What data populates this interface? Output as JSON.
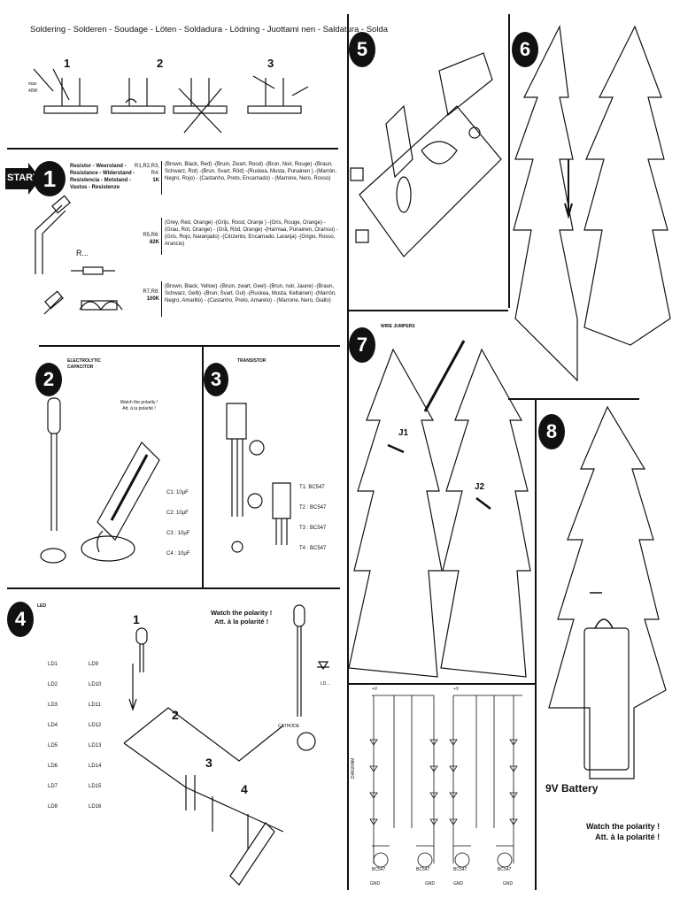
{
  "header": {
    "title": "Soldering - Solderen - Soudage - Löten - Soldadura - Lödning - Juottami nen - Saldatura - Solda"
  },
  "solder": {
    "steps": [
      "1",
      "2",
      "3"
    ],
    "label_max": "max",
    "label_watt": "40W"
  },
  "step_numbers": [
    "1",
    "2",
    "3",
    "4",
    "5",
    "6",
    "7",
    "8"
  ],
  "start_label": "START",
  "resistor": {
    "heading": [
      "Resistor - Weerstand -",
      "Resistance - Widerstand -",
      "Resistencia - Motstand -",
      "Vastus - Resistenze"
    ],
    "r_label": "R...",
    "groups": [
      {
        "ids": [
          "R1,R2,R3,",
          "R4:"
        ],
        "value": "1K",
        "colors": "(Brown, Black, Red) -(Bruin, Zwart, Rood) -(Brun, Noir, Rouge) -(Braun, Schwarz, Rot) -(Brun, Svart, Röd) -(Ruskea, Musta, Punainen ) -(Marrón, Negro, Rojo) - (Castanho, Preto, Encarnado) - (Marrone, Nero, Rosso)"
      },
      {
        "ids": [
          "R5,R6:"
        ],
        "value": "82K",
        "colors": "(Grey, Red, Orange) -(Grijs, Rood, Oranje ) -(Gris, Rouge, Orange) -(Grau, Rot, Orange) - (Grå, Röd, Orange) -(Harmaa, Punainen, Oranssi) -(Gris, Rojo, Naranjado) -(Cinzento, Encarnado, Laranja) -(Grigio, Rosso, Arancio)"
      },
      {
        "ids": [
          "R7,R8:"
        ],
        "value": "100K",
        "colors": "(Brown, Black, Yellow) -(Bruin, zwart, Geel) -(Brun, noir, Jaune) -(Braun, Schwarz, Gelb) -(Brun, Svart, Gul) -(Ruskea, Musta, Keltainen) -(Marrón, Negro, Amarillo) - (Castanho, Preto, Amarelo) - (Marrone, Nero, Giallo)"
      }
    ]
  },
  "capacitor": {
    "heading": [
      "ELECTROLYTIC",
      "CAPACITOR"
    ],
    "watch": [
      "Watch the polarity !",
      "Att. à la polarité !"
    ],
    "items": [
      "C1: 10µF",
      "C2: 10µF",
      "C3 : 10µF",
      "C4 : 10µF"
    ]
  },
  "transistor": {
    "heading": "TRANSISTOR",
    "items": [
      "T1: BC547",
      "T2 : BC547",
      "T3 : BC547",
      "T4 : BC547"
    ]
  },
  "led": {
    "heading": "LED",
    "watch": [
      "Watch the polarity !",
      "Att. à la polarité !"
    ],
    "col1": [
      "LD1",
      "LD2",
      "LD3",
      "LD4",
      "LD5",
      "LD6",
      "LD7",
      "LD8"
    ],
    "col2": [
      "LD9",
      "LD10",
      "LD11",
      "LD12",
      "LD13",
      "LD14",
      "LD15",
      "LD16"
    ],
    "cathode": "CATHODE",
    "ld_label": "LD...",
    "sub_steps": [
      "1",
      "2",
      "3",
      "4"
    ]
  },
  "wire_jumpers": {
    "heading": "WIRE JUMPERS",
    "j1": "J1",
    "j2": "J2"
  },
  "diagram": {
    "label": "DIAGRAM",
    "transistor": "BC547",
    "gnd": "GND",
    "vcc": "+V"
  },
  "battery": {
    "label": "9V Battery",
    "watch": [
      "Watch the polarity !",
      "Att. à la polarité !"
    ]
  }
}
